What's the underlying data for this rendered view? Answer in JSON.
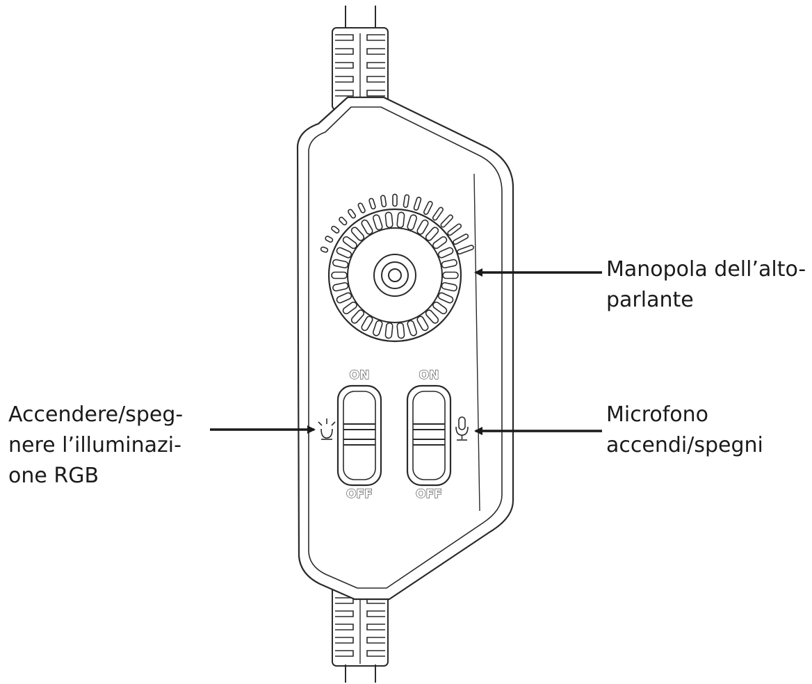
{
  "labels": {
    "speaker_knob": [
      "Manopola dell’alto-",
      "parlante"
    ],
    "rgb_light": [
      "Accendere/speg-",
      "nere l’illuminazi-",
      "one RGB"
    ],
    "microphone": [
      "Microfono",
      "accendi/spegni"
    ]
  },
  "switches": {
    "left": {
      "top_label": "ON",
      "bottom_label": "OFF",
      "icon": "light-icon"
    },
    "right": {
      "top_label": "ON",
      "bottom_label": "OFF",
      "icon": "microphone-icon"
    }
  },
  "colors": {
    "line": "#2a2a2a",
    "background": "#ffffff"
  }
}
